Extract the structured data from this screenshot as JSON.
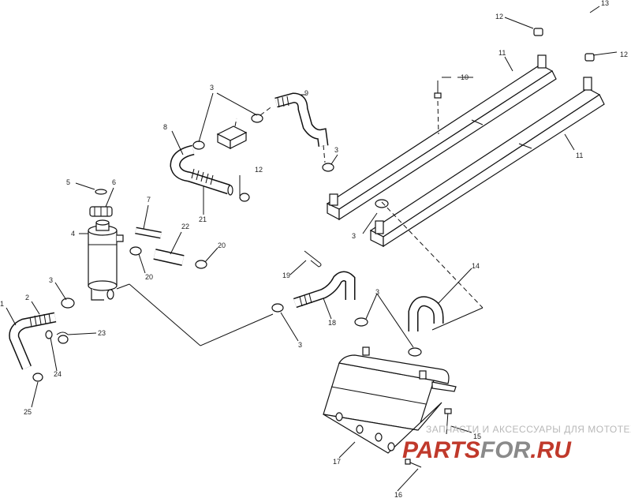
{
  "callouts": {
    "c1": "1",
    "c2": "2",
    "c3a": "3",
    "c3b": "3",
    "c3c": "3",
    "c3d": "3",
    "c3e": "3",
    "c3f": "3",
    "c4": "4",
    "c5": "5",
    "c6": "6",
    "c7": "7",
    "c8": "8",
    "c9": "9",
    "c10": "10",
    "c11a": "11",
    "c11b": "11",
    "c12a": "12",
    "c12b": "12",
    "c12c": "12",
    "c13": "13",
    "c14": "14",
    "c15": "15",
    "c16": "16",
    "c17": "17",
    "c18": "18",
    "c19": "19",
    "c20a": "20",
    "c20b": "20",
    "c21": "21",
    "c22": "22",
    "c23": "23",
    "c24": "24",
    "c25": "25"
  },
  "watermark": {
    "caption": "ЗАПЧАСТИ И АКСЕССУАРЫ ДЛЯ МОТОТЕХНИКИ",
    "logo_part1": "PARTS",
    "logo_part2": "FOR",
    "logo_part3": ".RU",
    "logo_color": "#c0392b",
    "logo_color_secondary": "#8a8a8a"
  }
}
